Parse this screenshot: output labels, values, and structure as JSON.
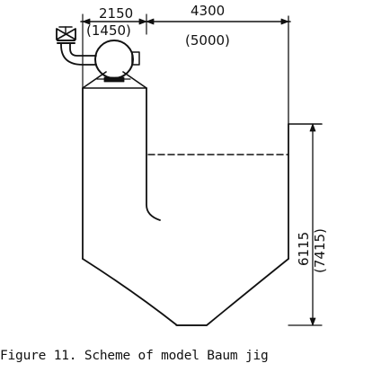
{
  "diagram": {
    "dimensions": {
      "pump_width": "2150",
      "pump_width_alt": "(1450)",
      "tank_width": "4300",
      "tank_width_alt": "(5000)",
      "tank_height": "6115",
      "tank_height_alt": "(7415)"
    },
    "colors": {
      "line": "#111111",
      "background": "#ffffff"
    }
  },
  "caption": "Figure 11. Scheme of model Baum jig"
}
